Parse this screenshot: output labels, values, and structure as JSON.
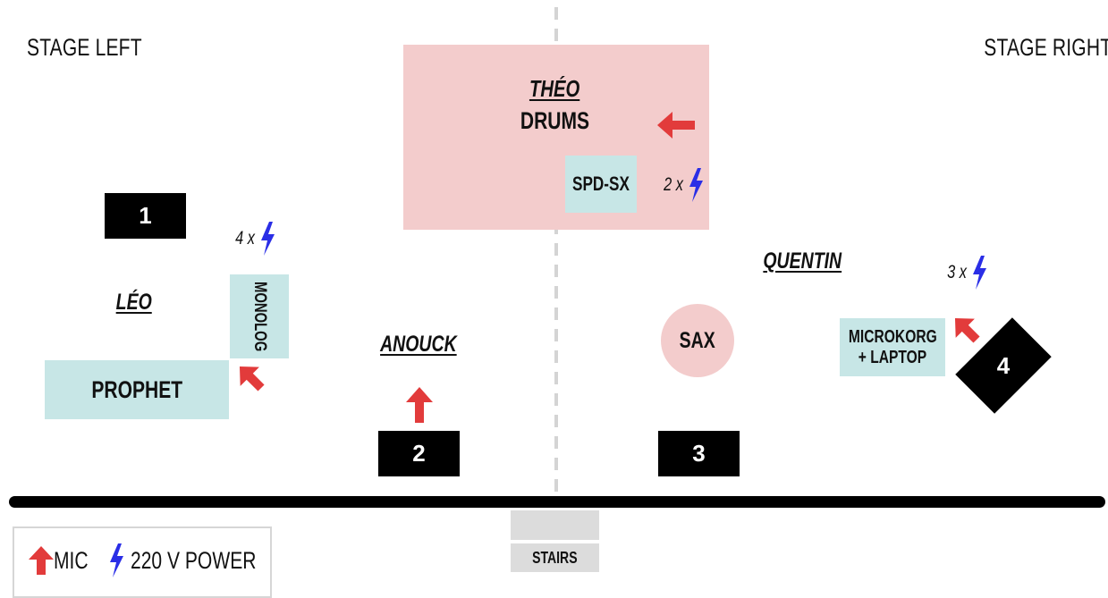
{
  "corners": {
    "left": "STAGE LEFT",
    "right": "STAGE RIGHT"
  },
  "drums": {
    "player": "THÉO",
    "instrument": "DRUMS",
    "pad": "SPD-SX",
    "power_count": "2 x"
  },
  "leo": {
    "name": "LÉO",
    "monitor": "1",
    "power_count": "4 x",
    "synth_small": "MONOLOG",
    "synth_large": "PROPHET"
  },
  "anouck": {
    "name": "ANOUCK",
    "monitor": "2"
  },
  "quentin": {
    "name": "QUENTIN",
    "power_count": "3 x",
    "sax": "SAX",
    "monitor_center": "3",
    "keys_line1": "MICROKORG",
    "keys_line2": "+ LAPTOP",
    "monitor_right": "4"
  },
  "stairs": "STAIRS",
  "legend": {
    "mic": "MIC",
    "power": "220 V POWER"
  },
  "colors": {
    "mic_arrow": "#e23b3b",
    "power_bolt": "#2a2ee6",
    "drum_riser": "#f3cccc",
    "keys_box": "#c7e6e6",
    "sax_circle": "#f3cccc",
    "monitor": "#000000"
  },
  "icons": {
    "mic": "red-arrow-icon",
    "power": "lightning-bolt-icon"
  }
}
